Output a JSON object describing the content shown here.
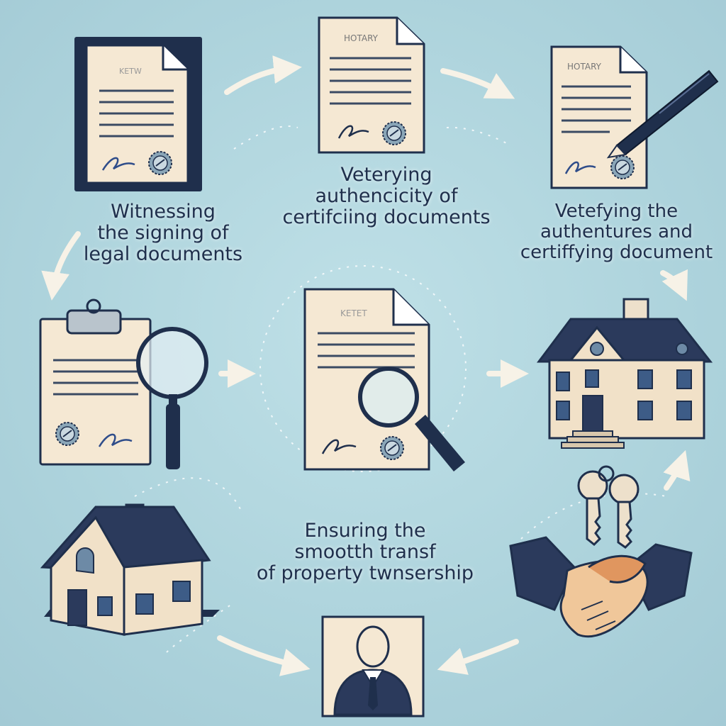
{
  "documents": {
    "doc1_header": "KETW",
    "doc2_header": "HOTARY",
    "doc3_header": "HOTARY",
    "doc4_header": "KETET"
  },
  "labels": {
    "witnessing": [
      "Witnessing",
      "the signing of",
      "legal documents"
    ],
    "verifying": [
      "Veterying",
      "authencicity of",
      "certifciing documents"
    ],
    "verifying2": [
      "Vetefying the",
      "authentures and",
      "certiffying document"
    ],
    "ensuring": [
      "Ensuring the",
      "smootth transf",
      "of property twnsership"
    ]
  },
  "colors": {
    "background": "#aed4dd",
    "navy": "#1f2f4c",
    "paper": "#f5e8d3",
    "arrow": "#f7f2e7"
  }
}
